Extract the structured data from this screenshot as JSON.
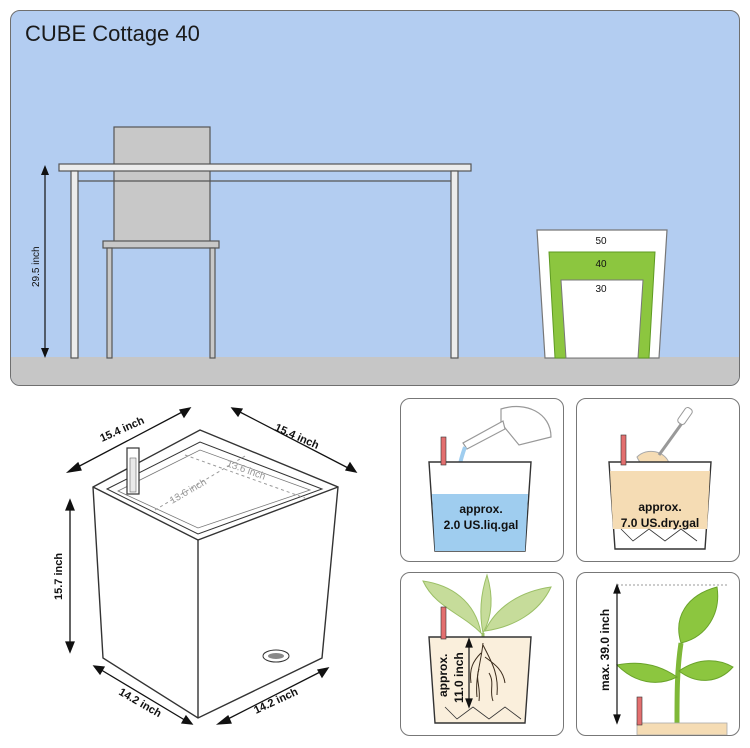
{
  "scene": {
    "title": "CUBE Cottage 40",
    "table_height_label": "29.5 inch",
    "size_labels": [
      "50",
      "40",
      "30"
    ]
  },
  "planter": {
    "top_left_width": "15.4 inch",
    "top_right_width": "15.4 inch",
    "inner_left": "13.6 inch",
    "inner_right": "13.6 inch",
    "height": "15.7 inch",
    "bottom_left_width": "14.2 inch",
    "bottom_right_width": "14.2 inch"
  },
  "panels": {
    "water": {
      "line1": "approx.",
      "line2": "2.0 US.liq.gal"
    },
    "substrate": {
      "line1": "approx.",
      "line2": "7.0 US.dry.gal"
    },
    "root": {
      "line1": "approx.",
      "line2": "11.0 inch"
    },
    "plant": {
      "label": "max. 39.0 inch"
    }
  },
  "colors": {
    "sky": "#b3cdf1",
    "floor": "#c6c6c6",
    "accent_green": "#8cc63f",
    "water": "#9fcdef",
    "substrate": "#f5dcb4"
  }
}
